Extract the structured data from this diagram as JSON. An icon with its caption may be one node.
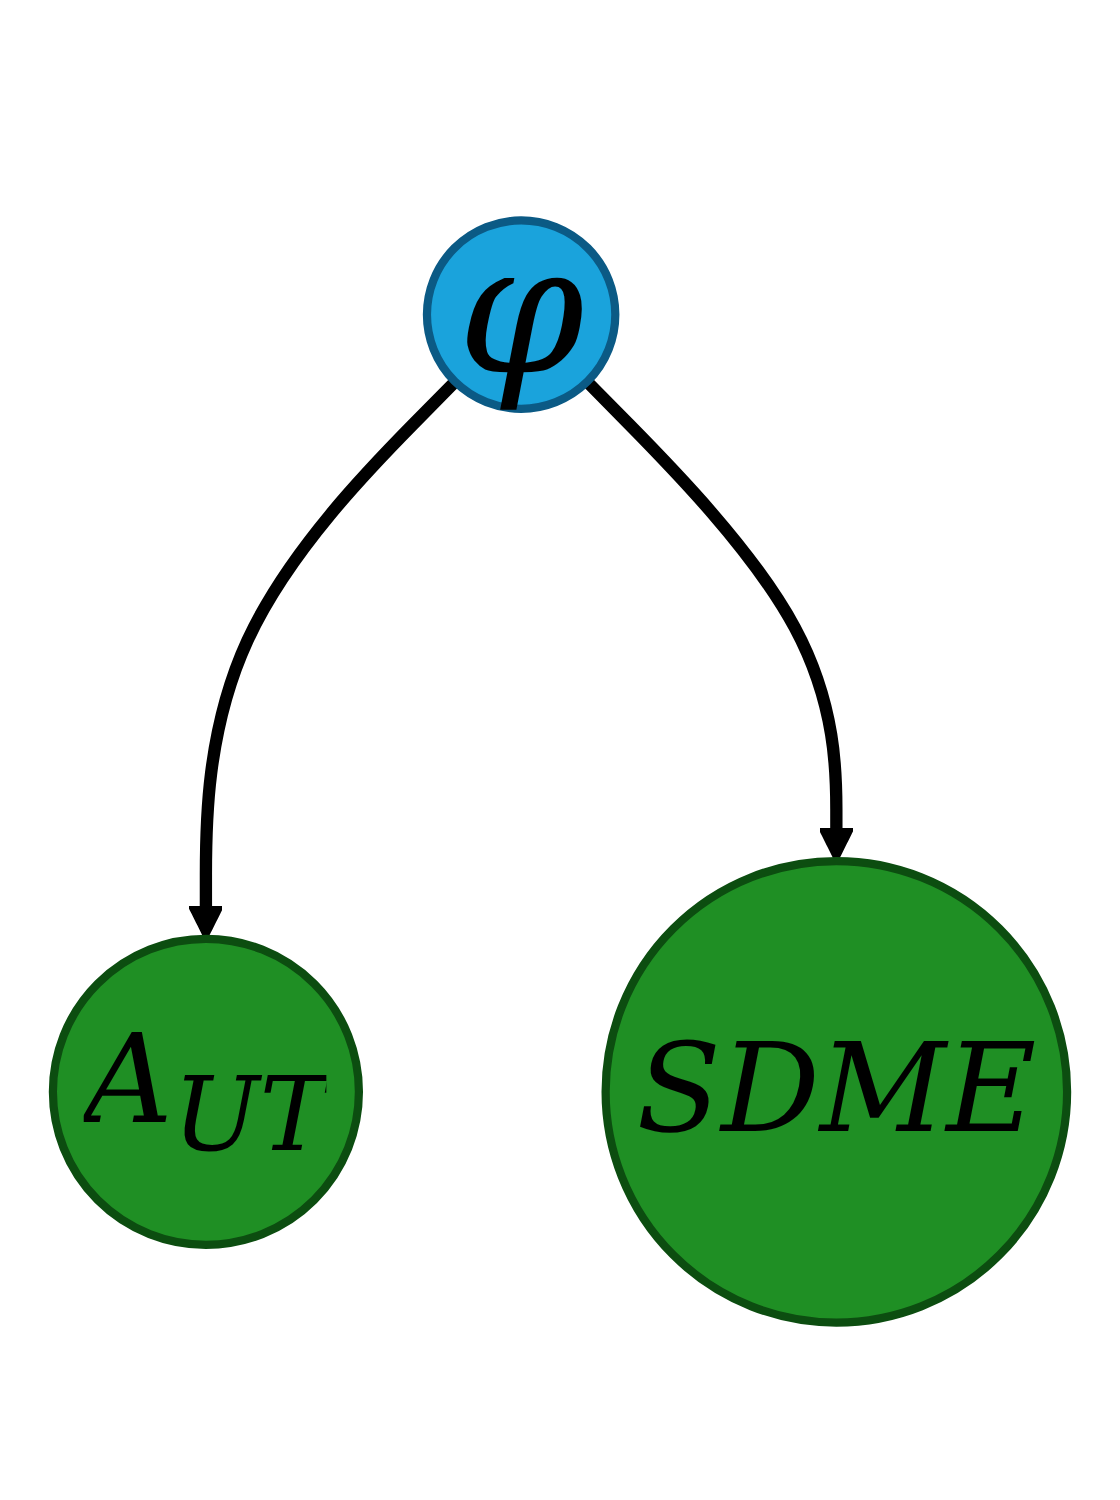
{
  "diagram": {
    "nodes": [
      {
        "text": [
          "A$_{UT}$"
        ]
      },
      {
        "text": [
          "φ"
        ]
      },
      {
        "text": [
          "SDME"
        ]
      }
    ],
    "edges": [
      {
        "from": 1,
        "to": 0,
        "arrow": "to"
      },
      {
        "from": 1,
        "to": 2,
        "arrow": "to"
      }
    ]
  }
}
